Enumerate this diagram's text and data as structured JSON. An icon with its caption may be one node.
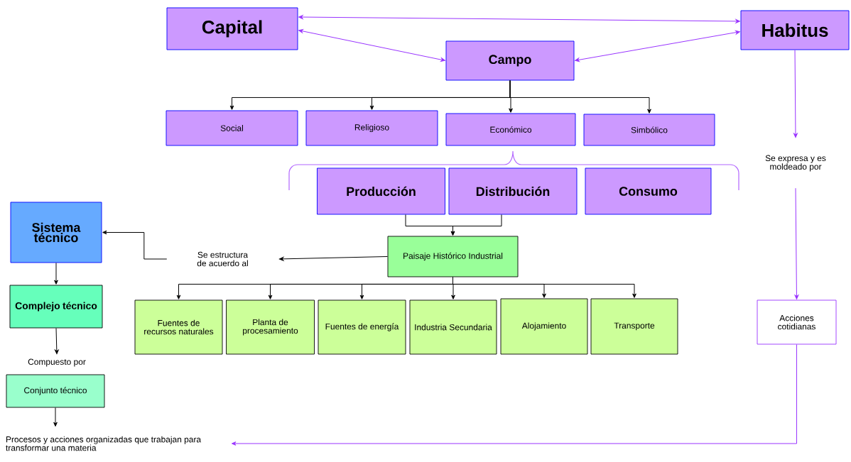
{
  "diagram": {
    "nodes": [
      {
        "text": [
          "Capital"
        ]
      },
      {
        "text": [
          "Habitus"
        ]
      },
      {
        "text": [
          "Campo"
        ]
      },
      {
        "text": [
          "Social"
        ]
      },
      {
        "text": [
          "Religioso"
        ]
      },
      {
        "text": [
          "Económico"
        ]
      },
      {
        "text": [
          "Simbólico"
        ]
      },
      {
        "text": [
          "Producción"
        ]
      },
      {
        "text": [
          "Distribución"
        ]
      },
      {
        "text": [
          "Consumo"
        ]
      },
      {
        "text": [
          "Paisaje Histórico Industrial"
        ]
      },
      {
        "text": [
          "Se estructura de acuerdo al"
        ]
      },
      {
        "text": [
          "Sistema técnico"
        ]
      },
      {
        "text": [
          "Complejo técnico"
        ]
      },
      {
        "text": [
          "Compuesto por"
        ]
      },
      {
        "text": [
          "Conjunto técnico"
        ]
      },
      {
        "text": [
          "Procesos y acciones organizadas que trabajan para transformar una materia"
        ]
      },
      {
        "text": [
          "Fuentes de recursos naturales"
        ]
      },
      {
        "text": [
          "Planta de procesamiento"
        ]
      },
      {
        "text": [
          "Fuentes de energía"
        ]
      },
      {
        "text": [
          "Industria Secundaria"
        ]
      },
      {
        "text": [
          "Alojamiento"
        ]
      },
      {
        "text": [
          "Transporte"
        ]
      },
      {
        "text": [
          "Se expresa y es moldeado por"
        ]
      },
      {
        "text": [
          "Acciones cotidianas"
        ]
      }
    ],
    "edges": [
      {
        "from": 0,
        "to": 1,
        "arrow": "both",
        "color": "#9933ff"
      },
      {
        "from": 0,
        "to": 2,
        "arrow": "both",
        "color": "#9933ff"
      },
      {
        "from": 1,
        "to": 2,
        "arrow": "both",
        "color": "#9933ff"
      },
      {
        "from": 2,
        "to": 3,
        "arrow": "to"
      },
      {
        "from": 2,
        "to": 4,
        "arrow": "to"
      },
      {
        "from": 2,
        "to": 5,
        "arrow": "to"
      },
      {
        "from": 2,
        "to": 6,
        "arrow": "to"
      },
      {
        "from": 7,
        "to": 10,
        "arrow": "to"
      },
      {
        "from": 8,
        "to": 10,
        "arrow": "to"
      },
      {
        "from": 10,
        "to": 11,
        "arrow": "to"
      },
      {
        "from": 11,
        "to": 12,
        "arrow": "to"
      },
      {
        "from": 10,
        "to": 17,
        "arrow": "to"
      },
      {
        "from": 10,
        "to": 18,
        "arrow": "to"
      },
      {
        "from": 10,
        "to": 19,
        "arrow": "to"
      },
      {
        "from": 10,
        "to": 20,
        "arrow": "to"
      },
      {
        "from": 10,
        "to": 21,
        "arrow": "to"
      },
      {
        "from": 10,
        "to": 22,
        "arrow": "to"
      },
      {
        "from": 12,
        "to": 13,
        "arrow": "to"
      },
      {
        "from": 13,
        "to": 14,
        "arrow": "to"
      },
      {
        "from": 15,
        "to": 16,
        "arrow": "to"
      },
      {
        "from": 1,
        "to": 23,
        "arrow": "to",
        "color": "#9933ff"
      },
      {
        "from": 23,
        "to": 24,
        "arrow": "to",
        "color": "#9933ff"
      },
      {
        "from": 24,
        "to": 16,
        "arrow": "to",
        "color": "#9933ff"
      }
    ]
  }
}
